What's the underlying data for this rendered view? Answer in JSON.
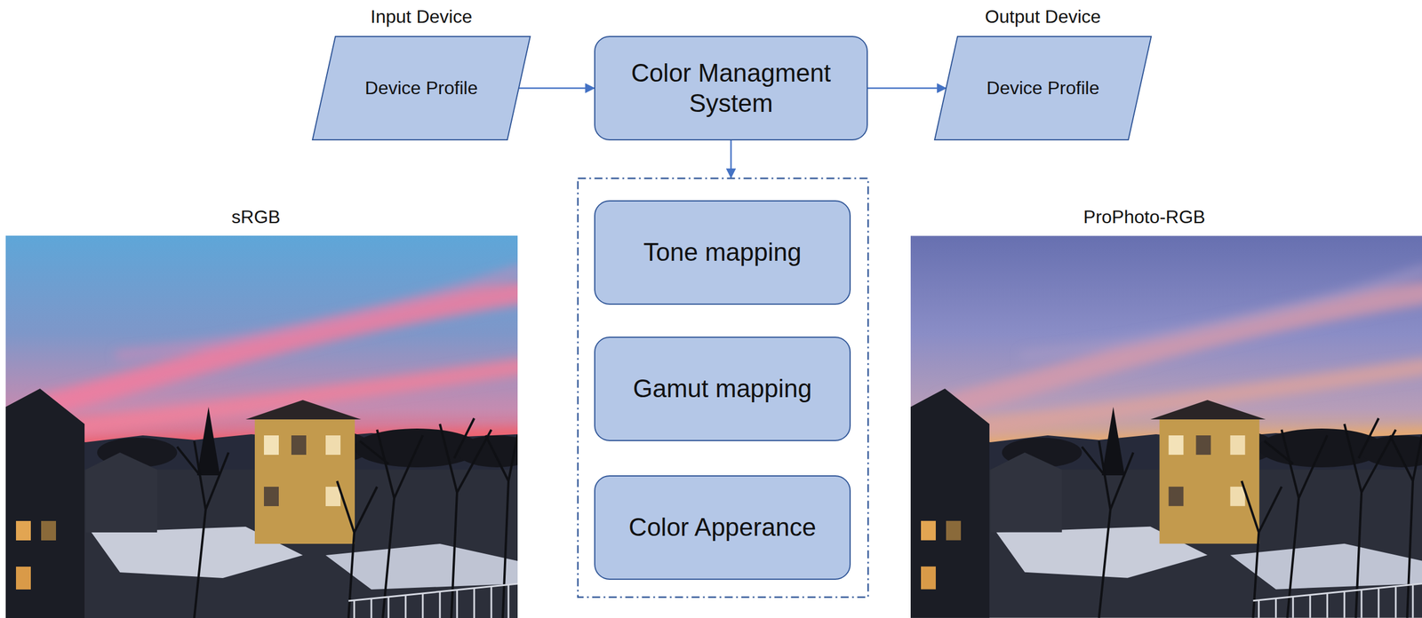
{
  "diagram": {
    "nodes": [
      {
        "text": [
          "Input Device",
          "Device Profile"
        ]
      },
      {
        "text": [
          "Color Managment System"
        ]
      },
      {
        "text": [
          "Output Device",
          "Device Profile"
        ]
      },
      {
        "text": []
      },
      {
        "text": [
          "Tone mapping"
        ],
        "in": 3
      },
      {
        "text": [
          "Gamut mapping"
        ],
        "in": 3
      },
      {
        "text": [
          "Color Apperance"
        ],
        "in": 3
      }
    ],
    "edges": [
      {
        "from": 0,
        "to": 1,
        "arrow": "to"
      },
      {
        "from": 1,
        "to": 2,
        "arrow": "to"
      },
      {
        "from": 1,
        "to": 3,
        "arrow": "to"
      }
    ],
    "labels": [
      "sRGB",
      "ProPhoto-RGB"
    ]
  }
}
